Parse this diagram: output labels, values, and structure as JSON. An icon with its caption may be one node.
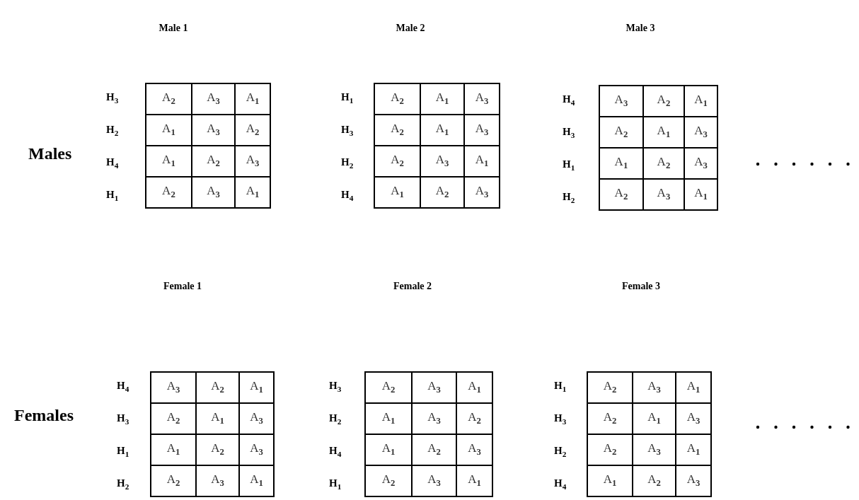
{
  "diagram": {
    "labels": [
      "Male 1",
      "Male 2",
      "Male 3",
      "Males",
      "H$_{3}$",
      "A$_{2}$",
      "A$_{3}$",
      "A$_{1}$",
      "H$_{2}$",
      "A$_{1}$",
      "A$_{3}$",
      "A$_{2}$",
      "H$_{4}$",
      "A$_{1}$",
      "A$_{2}$",
      "A$_{3}$",
      "H$_{1}$",
      "A$_{2}$",
      "A$_{3}$",
      "A$_{1}$",
      "H$_{1}$",
      "A$_{2}$",
      "A$_{1}$",
      "A$_{3}$",
      "H$_{3}$",
      "A$_{2}$",
      "A$_{1}$",
      "A$_{3}$",
      "H$_{2}$",
      "A$_{2}$",
      "A$_{3}$",
      "A$_{1}$",
      "H$_{4}$",
      "A$_{1}$",
      "A$_{2}$",
      "A$_{3}$",
      "H$_{4}$",
      "A$_{3}$",
      "A$_{2}$",
      "A$_{1}$",
      "H$_{3}$",
      "A$_{2}$",
      "A$_{1}$",
      "A$_{3}$",
      "H$_{1}$",
      "A$_{1}$",
      "A$_{2}$",
      "A$_{3}$",
      "H$_{2}$",
      "A$_{2}$",
      "A$_{3}$",
      "A$_{1}$",
      "Female 1",
      "Female 2",
      "Female 3",
      "Females",
      "H$_{4}$",
      "A$_{3}$",
      "A$_{2}$",
      "A$_{1}$",
      "H$_{3}$",
      "A$_{2}$",
      "A$_{1}$",
      "A$_{3}$",
      "H$_{1}$",
      "A$_{1}$",
      "A$_{2}$",
      "A$_{3}$",
      "H$_{2}$",
      "A$_{2}$",
      "A$_{3}$",
      "A$_{1}$",
      "H$_{3}$",
      "A$_{2}$",
      "A$_{3}$",
      "A$_{1}$",
      "H$_{2}$",
      "A$_{1}$",
      "A$_{3}$",
      "A$_{2}$",
      "H$_{4}$",
      "A$_{1}$",
      "A$_{2}$",
      "A$_{3}$",
      "H$_{1}$",
      "A$_{2}$",
      "A$_{3}$",
      "A$_{1}$",
      "H$_{1}$",
      "A$_{2}$",
      "A$_{3}$",
      "A$_{1}$",
      "H$_{3}$",
      "A$_{2}$",
      "A$_{1}$",
      "A$_{3}$",
      "H$_{2}$",
      "A$_{2}$",
      "A$_{3}$",
      "A$_{1}$",
      "H$_{4}$",
      "A$_{1}$",
      "A$_{2}$",
      "A$_{3}$"
    ]
  }
}
